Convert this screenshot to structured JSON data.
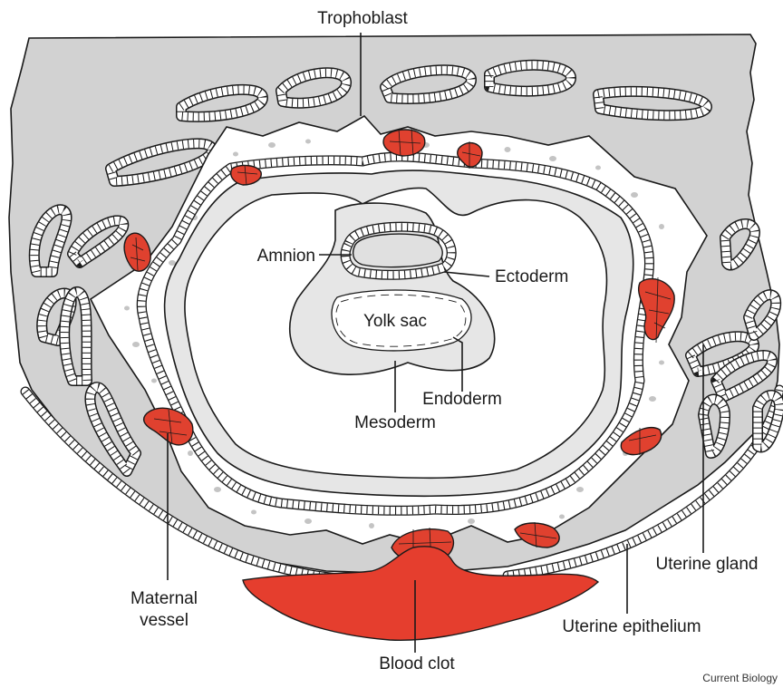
{
  "labels": {
    "trophoblast": "Trophoblast",
    "amnion": "Amnion",
    "ectoderm": "Ectoderm",
    "yolk_sac": "Yolk sac",
    "endoderm": "Endoderm",
    "mesoderm": "Mesoderm",
    "maternal_vessel_line1": "Maternal",
    "maternal_vessel_line2": "vessel",
    "uterine_gland": "Uterine gland",
    "uterine_epithelium": "Uterine epithelium",
    "blood_clot": "Blood clot"
  },
  "credit": "Current Biology",
  "colors": {
    "maternal_tissue": "#d2d2d2",
    "blood": "#e0412f",
    "blood_clot": "#e53e2e",
    "outline": "#1a1a1a",
    "background": "#ffffff"
  }
}
